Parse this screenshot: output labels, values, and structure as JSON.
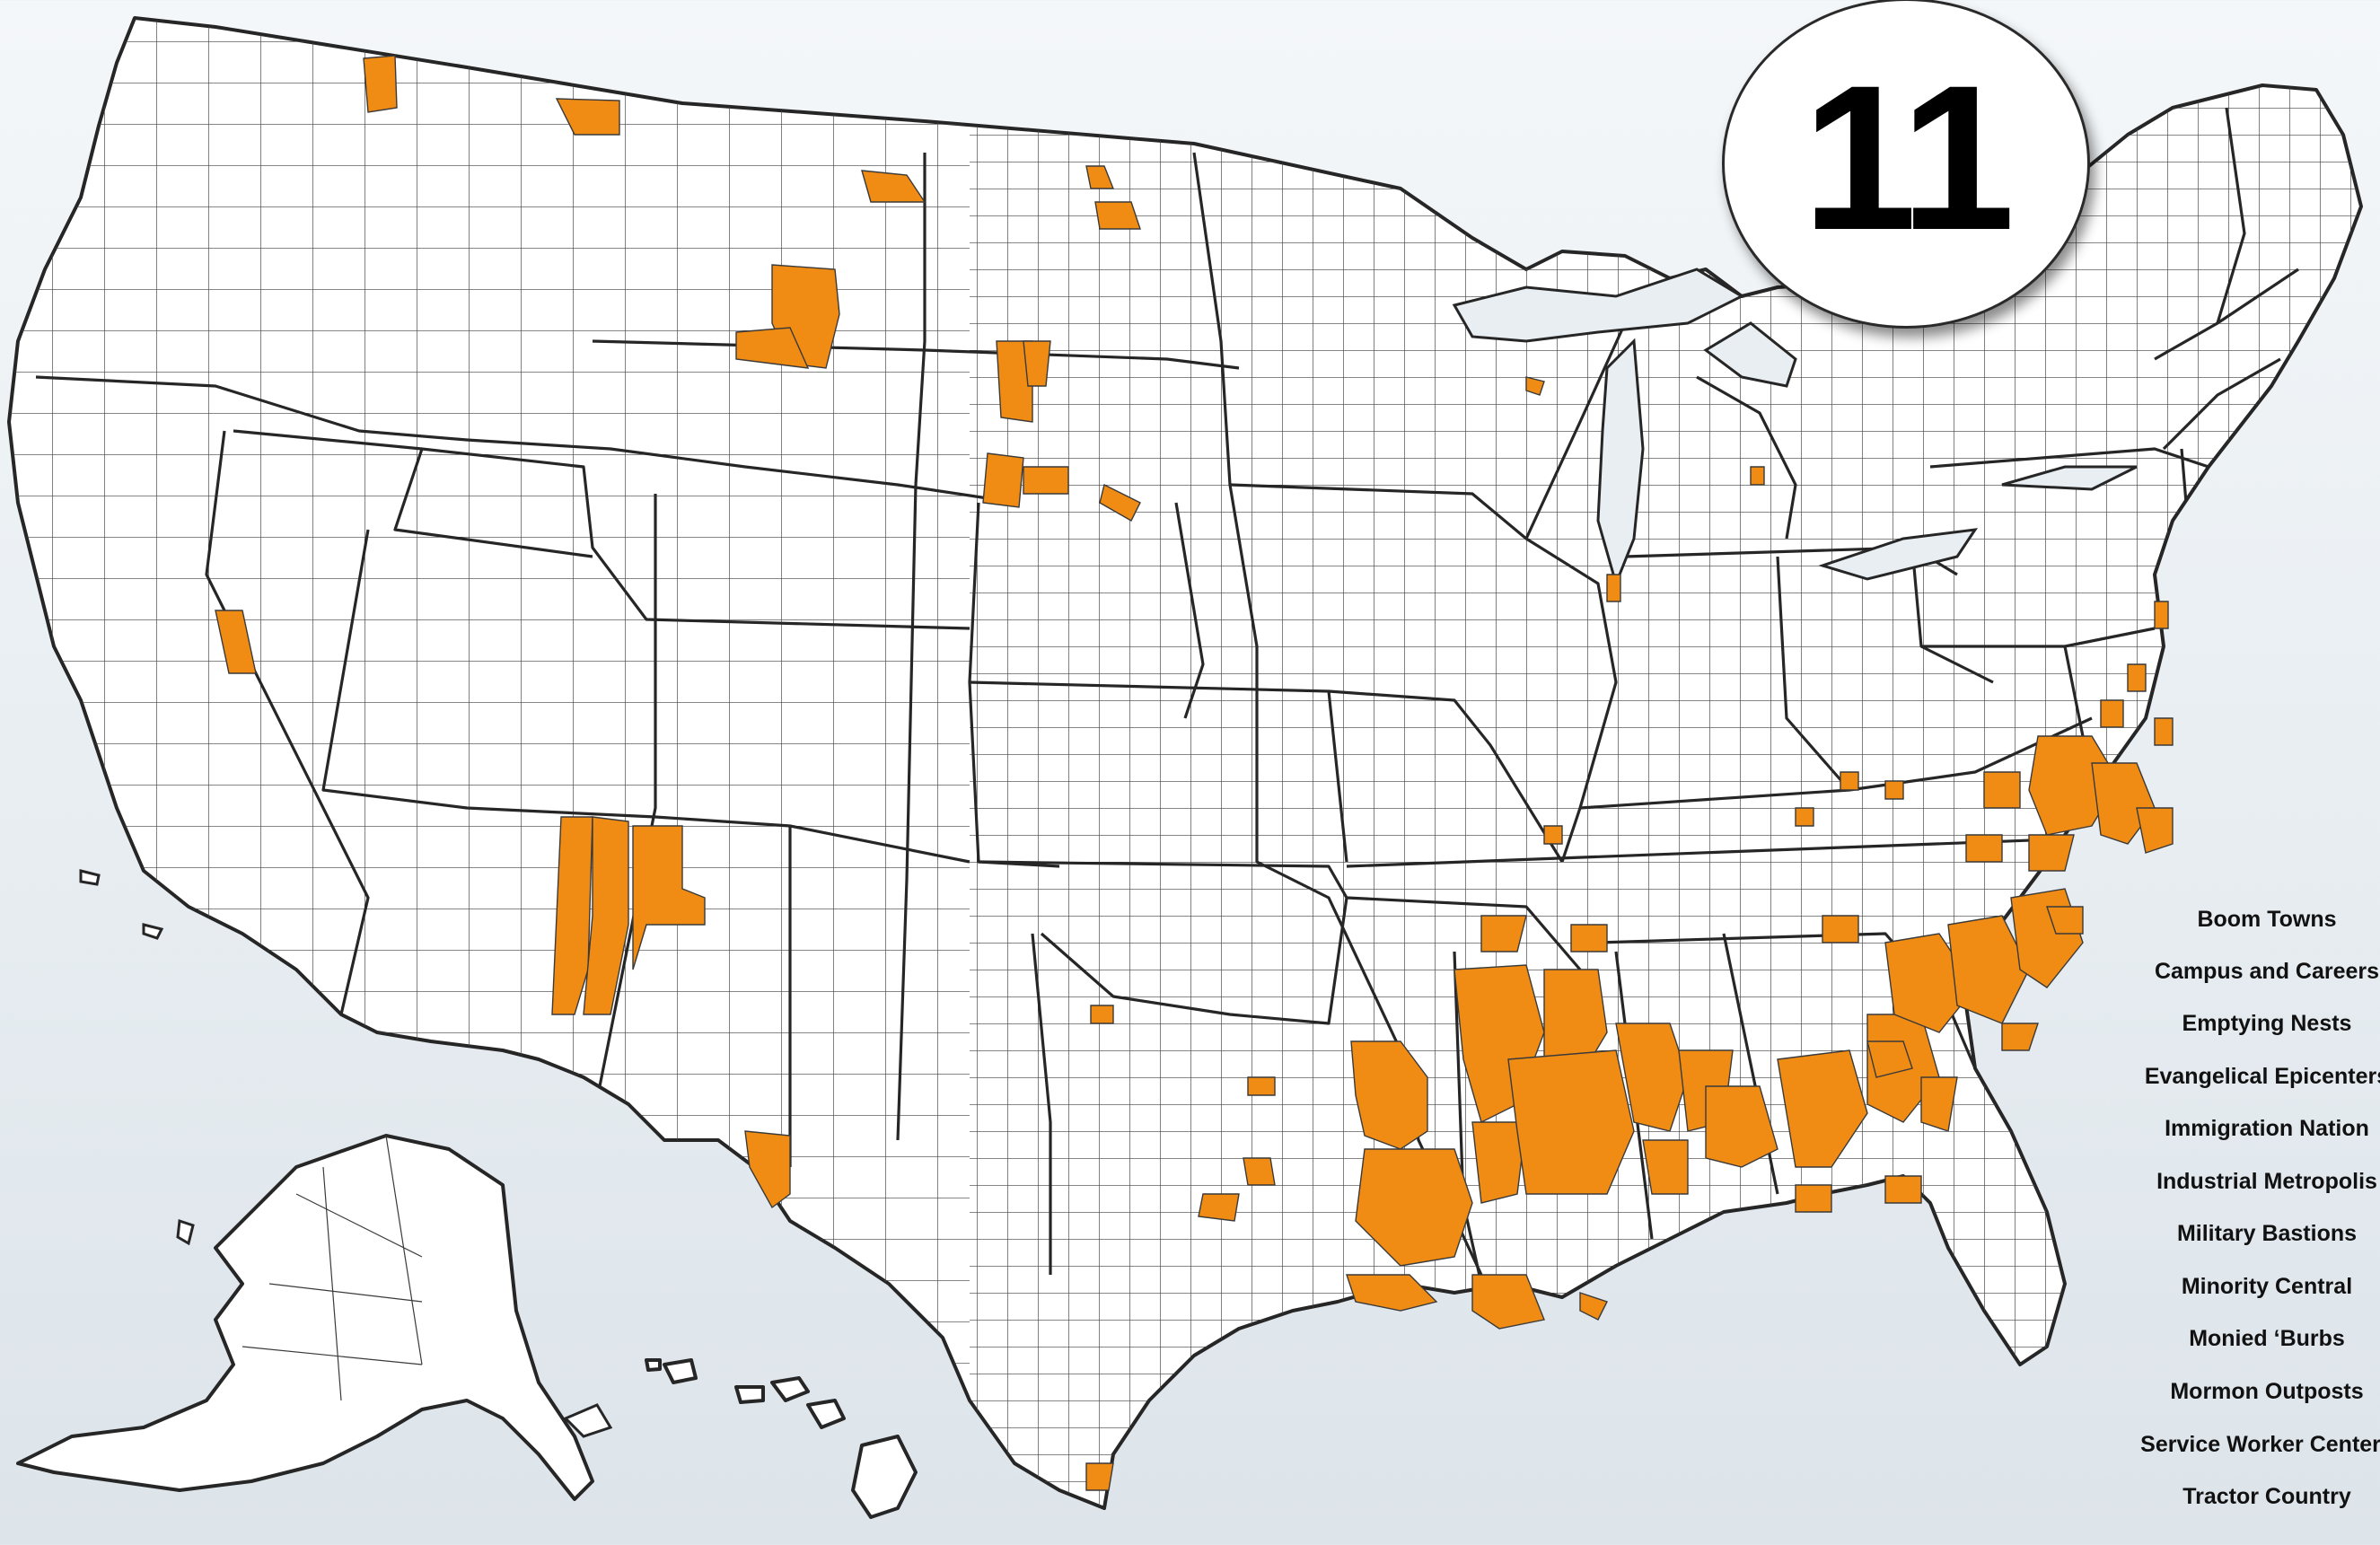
{
  "badge": {
    "number": "11"
  },
  "legend": {
    "items": [
      "Boom Towns",
      "Campus and Careers",
      "Emptying Nests",
      "Evangelical Epicenters",
      "Immigration Nation",
      "Industrial Metropolis",
      "Military Bastions",
      "Minority Central",
      "Monied ‘Burbs",
      "Mormon Outposts",
      "Service Worker Centers",
      "Tractor Country"
    ]
  },
  "colors": {
    "highlight": "#f08c13",
    "land": "#ffffff",
    "border": "#262626",
    "background": "#eaeff3"
  }
}
